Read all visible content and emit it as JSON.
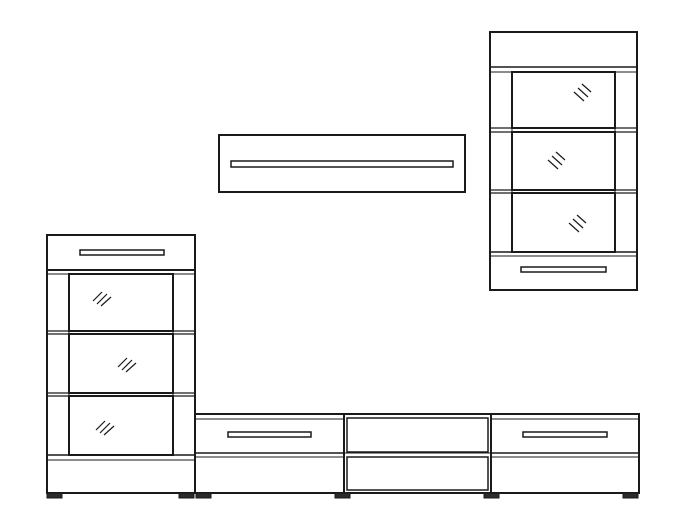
{
  "drawing": {
    "subject": "wall-unit-furniture-set",
    "line_color": "#1a1a1a",
    "background": "#ffffff",
    "modules": [
      {
        "name": "tall-glass-cabinet",
        "glass_doors": 3,
        "handles": 1
      },
      {
        "name": "low-drawer-cabinet-left",
        "drawers": 2,
        "handles": 1
      },
      {
        "name": "tv-stand-open-shelves",
        "shelves": 2
      },
      {
        "name": "low-drawer-cabinet-right",
        "drawers": 2,
        "handles": 1
      },
      {
        "name": "wall-shelf",
        "handles": 1
      },
      {
        "name": "wall-glass-cabinet",
        "glass_doors": 3,
        "handles": 1
      }
    ]
  }
}
